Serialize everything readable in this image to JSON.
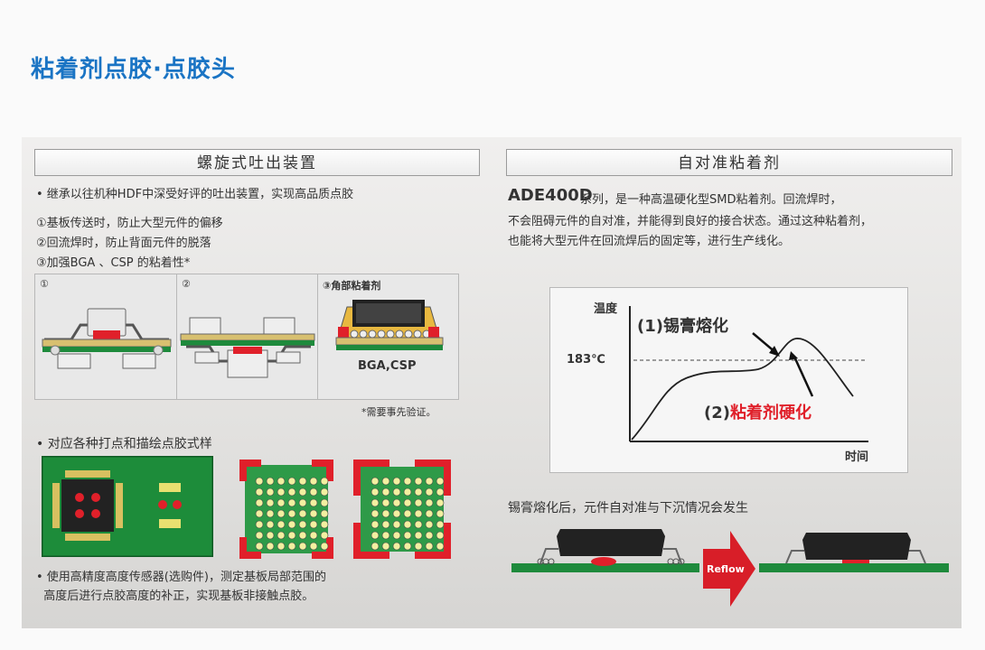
{
  "page_title": "粘着剂点胶·点胶头",
  "left": {
    "heading": "螺旋式吐出装置",
    "intro": "• 继承以往机种HDF中深受好评的吐出装置，实现高品质点胶",
    "list": [
      "①基板传送时，防止大型元件的偏移",
      "②回流焊时，防止背面元件的脱落",
      "③加强BGA 、CSP 的粘着性*"
    ],
    "diagram_labels": [
      "①",
      "②",
      "③角部粘着剂"
    ],
    "bga_label": "BGA,CSP",
    "footnote": "*需要事先验证。",
    "patterns_title": "• 对应各种打点和描绘点胶式样",
    "sensor_note": [
      "• 使用高精度高度传感器(选购件)，测定基板局部范围的",
      "  高度后进行点胶高度的补正，实现基板非接触点胶。"
    ]
  },
  "right": {
    "heading": "自对准粘着剂",
    "product": "ADE400D",
    "desc": [
      "系列，是一种高温硬化型SMD粘着剂。回流焊时，",
      "不会阻碍元件的自对准，并能得到良好的接合状态。通过这种粘着剂，",
      "也能将大型元件在回流焊后的固定等，进行生产线化。"
    ],
    "chart": {
      "ylabel": "温度",
      "xlabel": "时间",
      "temp_label": "183℃",
      "label1": "(1)锡膏熔化",
      "label2_prefix": "(2)",
      "label2_text": "粘着剂硬化"
    },
    "reflow_caption": "锡膏熔化后，元件自对准与下沉情况会发生",
    "reflow_label": "Reflow"
  },
  "colors": {
    "title_blue": "#1a74c4",
    "pcb_green": "#1e8a3c",
    "adhesive_red": "#e0202a"
  }
}
